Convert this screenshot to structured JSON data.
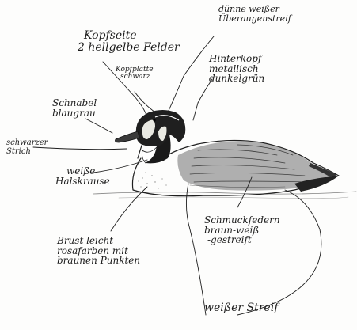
{
  "labels": {
    "eyestripe": [
      "dünne weißer",
      "Überaugenstreif"
    ],
    "cheek": [
      "Kopfseite",
      "2 hellgelbe Felder"
    ],
    "crown": [
      "Kopfplatte",
      "schwarz"
    ],
    "nape": [
      "Hinterkopf",
      "metallisch",
      "dunkelgrün"
    ],
    "bill": [
      "Schnabel",
      "blaugrau"
    ],
    "blackline": [
      "schwarzer",
      "Strich"
    ],
    "collar": [
      "weiße",
      "Halskrause"
    ],
    "breast": [
      "Brust leicht",
      "rosafarben mit",
      "braunen Punkten"
    ],
    "wing": [
      "Schmuckfedern",
      "braun-weiß",
      "-gestreift"
    ],
    "stripe": [
      "weißer Streif"
    ]
  }
}
